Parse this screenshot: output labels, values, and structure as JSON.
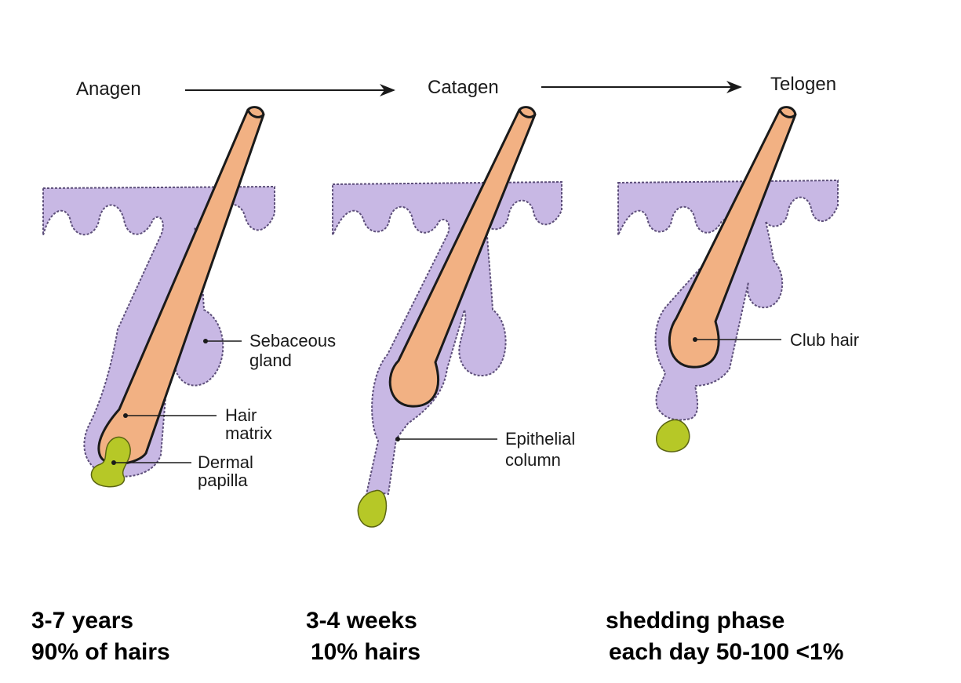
{
  "phases": [
    {
      "title": "Anagen",
      "labels": [
        "Sebaceous",
        "gland",
        "Hair",
        "matrix",
        "Dermal",
        "papilla"
      ],
      "stats": [
        "3-7 years",
        "90% of hairs"
      ]
    },
    {
      "title": "Catagen",
      "labels": [
        "Epithelial",
        "column"
      ],
      "stats": [
        "3-4 weeks",
        "10% hairs"
      ]
    },
    {
      "title": "Telogen",
      "labels": [
        "Club hair"
      ],
      "stats": [
        "shedding phase",
        "each day 50-100 <1%"
      ]
    }
  ],
  "colors": {
    "skin": "#c8b8e4",
    "hair": "#f2b183",
    "papilla": "#b6c827"
  }
}
